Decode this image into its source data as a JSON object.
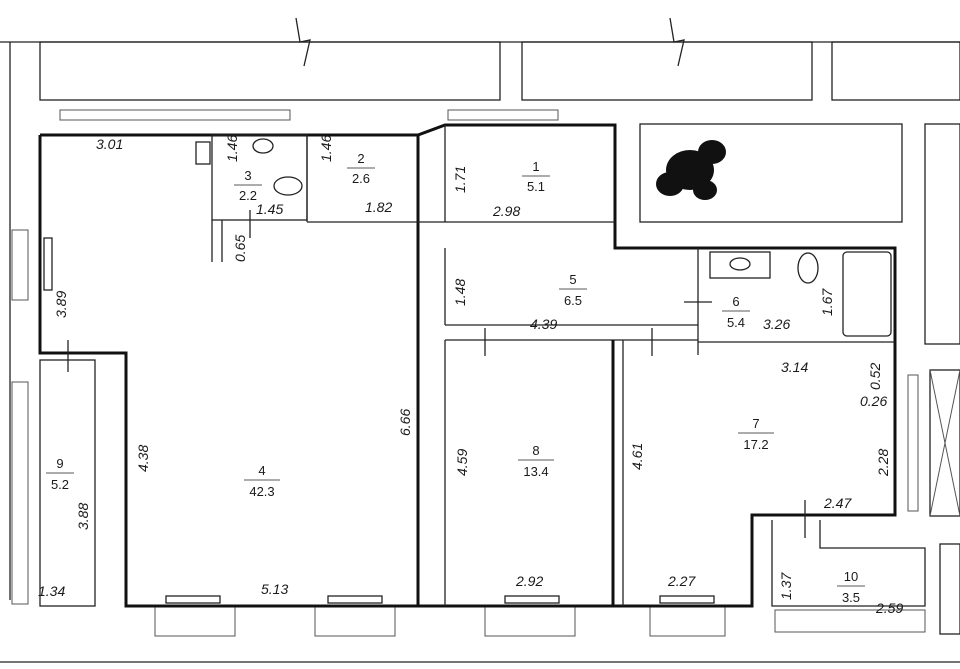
{
  "rooms": [
    {
      "no": "1",
      "area": "5.1"
    },
    {
      "no": "2",
      "area": "2.6"
    },
    {
      "no": "3",
      "area": "2.2"
    },
    {
      "no": "4",
      "area": "42.3"
    },
    {
      "no": "5",
      "area": "6.5"
    },
    {
      "no": "6",
      "area": "5.4"
    },
    {
      "no": "7",
      "area": "17.2"
    },
    {
      "no": "8",
      "area": "13.4"
    },
    {
      "no": "9",
      "area": "5.2"
    },
    {
      "no": "10",
      "area": "3.5"
    }
  ],
  "dimensions": [
    "3.01",
    "1.46",
    "1.46",
    "1.71",
    "1.45",
    "1.82",
    "2.98",
    "0.65",
    "3.89",
    "1.48",
    "4.39",
    "3.26",
    "1.67",
    "3.14",
    "0.52",
    "0.26",
    "6.66",
    "4.38",
    "4.59",
    "4.61",
    "2.28",
    "2.47",
    "3.88",
    "1.34",
    "5.13",
    "2.92",
    "2.27",
    "1.37",
    "2.59"
  ]
}
